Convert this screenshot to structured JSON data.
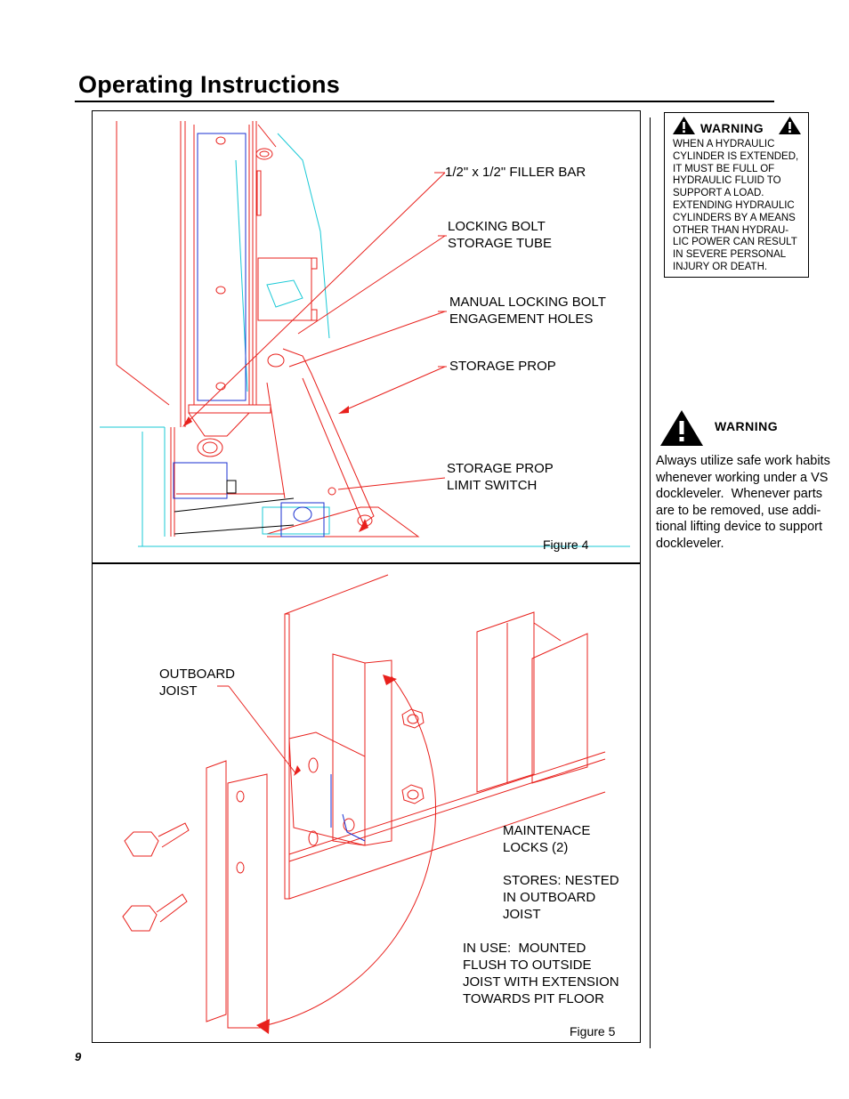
{
  "page": {
    "title": "Operating Instructions",
    "page_number": "9"
  },
  "figure4": {
    "caption": "Figure 4",
    "labels": {
      "filler_bar": "1/2\" x 1/2\" FILLER BAR",
      "locking_bolt": "LOCKING BOLT\nSTORAGE TUBE",
      "engagement_holes": "MANUAL LOCKING BOLT\nENGAGEMENT HOLES",
      "storage_prop": "STORAGE PROP",
      "limit_switch": "STORAGE PROP\nLIMIT SWITCH"
    }
  },
  "figure5": {
    "caption": "Figure 5",
    "labels": {
      "outboard_joist": "OUTBOARD\nJOIST",
      "maintenance_locks": "MAINTENACE\nLOCKS (2)",
      "stores": "STORES: NESTED\nIN OUTBOARD\nJOIST",
      "in_use": "IN USE:  MOUNTED\nFLUSH TO OUTSIDE\nJOIST WITH EXTENSION\nTOWARDS PIT FLOOR"
    }
  },
  "warning_box": {
    "header": "WARNING",
    "text": "WHEN A HYDRAULIC\nCYLINDER IS EXTENDED,\nIT MUST BE FULL OF\nHYDRAULIC FLUID TO\nSUPPORT A LOAD.\nEXTENDING HYDRAULIC\nCYLINDERS BY A MEANS\nOTHER THAN HYDRAU-\nLIC POWER CAN RESULT\nIN SEVERE PERSONAL\nINJURY OR DEATH."
  },
  "warning_side": {
    "header": "WARNING",
    "text": "Always utilize safe work habits\nwhenever working under a VS\ndockleveler.  Whenever parts\nare to be removed, use addi-\ntional lifting device to support\ndockleveler."
  },
  "icons": [
    "warning-triangle-icon",
    "warning-triangle-icon",
    "warning-triangle-icon"
  ],
  "colors": {
    "drawing_red": "#e8201c",
    "drawing_blue": "#1a2fd0",
    "drawing_cyan": "#19c9d6"
  }
}
